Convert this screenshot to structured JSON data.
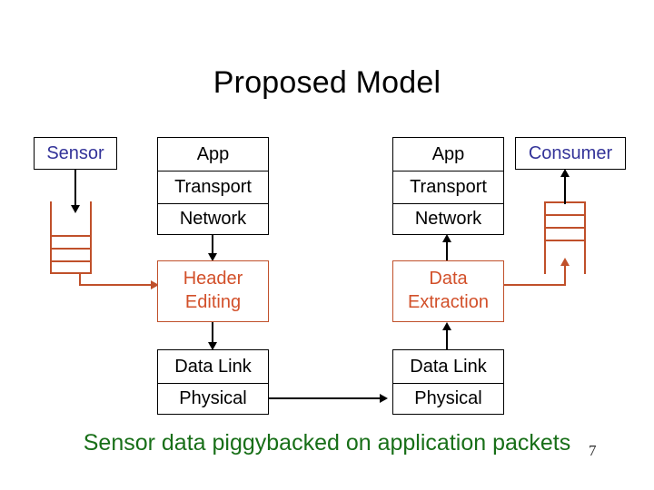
{
  "slide": {
    "title": "Proposed Model",
    "caption": "Sensor data piggybacked on application packets",
    "page_number": "7",
    "colors": {
      "endpoint_text": "#333399",
      "stack_text": "#000000",
      "processing": "#d2502a",
      "processing_border": "#c0502a",
      "caption": "#186f18",
      "connector_black": "#000000",
      "connector_orange": "#c0502a",
      "background": "#ffffff"
    }
  },
  "endpoints": {
    "sensor": {
      "label": "Sensor"
    },
    "consumer": {
      "label": "Consumer"
    }
  },
  "buffers": {
    "sensor_queue": {
      "name": "sensor-data-queue",
      "segments": 4,
      "orientation": "open-top"
    },
    "consumer_queue": {
      "name": "consumer-data-queue",
      "segments": 4,
      "orientation": "open-bottom"
    }
  },
  "left_stack": {
    "name": "sender-protocol-stack",
    "upper_layers": [
      "App",
      "Transport",
      "Network"
    ],
    "processing": {
      "line1": "Header",
      "line2": "Editing"
    },
    "lower_layers": [
      "Data Link",
      "Physical"
    ]
  },
  "right_stack": {
    "name": "receiver-protocol-stack",
    "upper_layers": [
      "App",
      "Transport",
      "Network"
    ],
    "processing": {
      "line1": "Data",
      "line2": "Extraction"
    },
    "lower_layers": [
      "Data Link",
      "Physical"
    ]
  },
  "connectors": {
    "sensor_to_queue": "black arrow down",
    "queue_to_header_editing": "orange arrow right",
    "network_to_header_editing": "black arrow down",
    "header_editing_to_datalink": "black arrow down",
    "physical_to_physical": "black arrow right",
    "physical_to_data_extraction": "black arrow up",
    "data_extraction_to_network": "black arrow up",
    "data_extraction_to_consumer_queue": "orange arrow up",
    "consumer_queue_to_consumer": "black arrow up"
  }
}
